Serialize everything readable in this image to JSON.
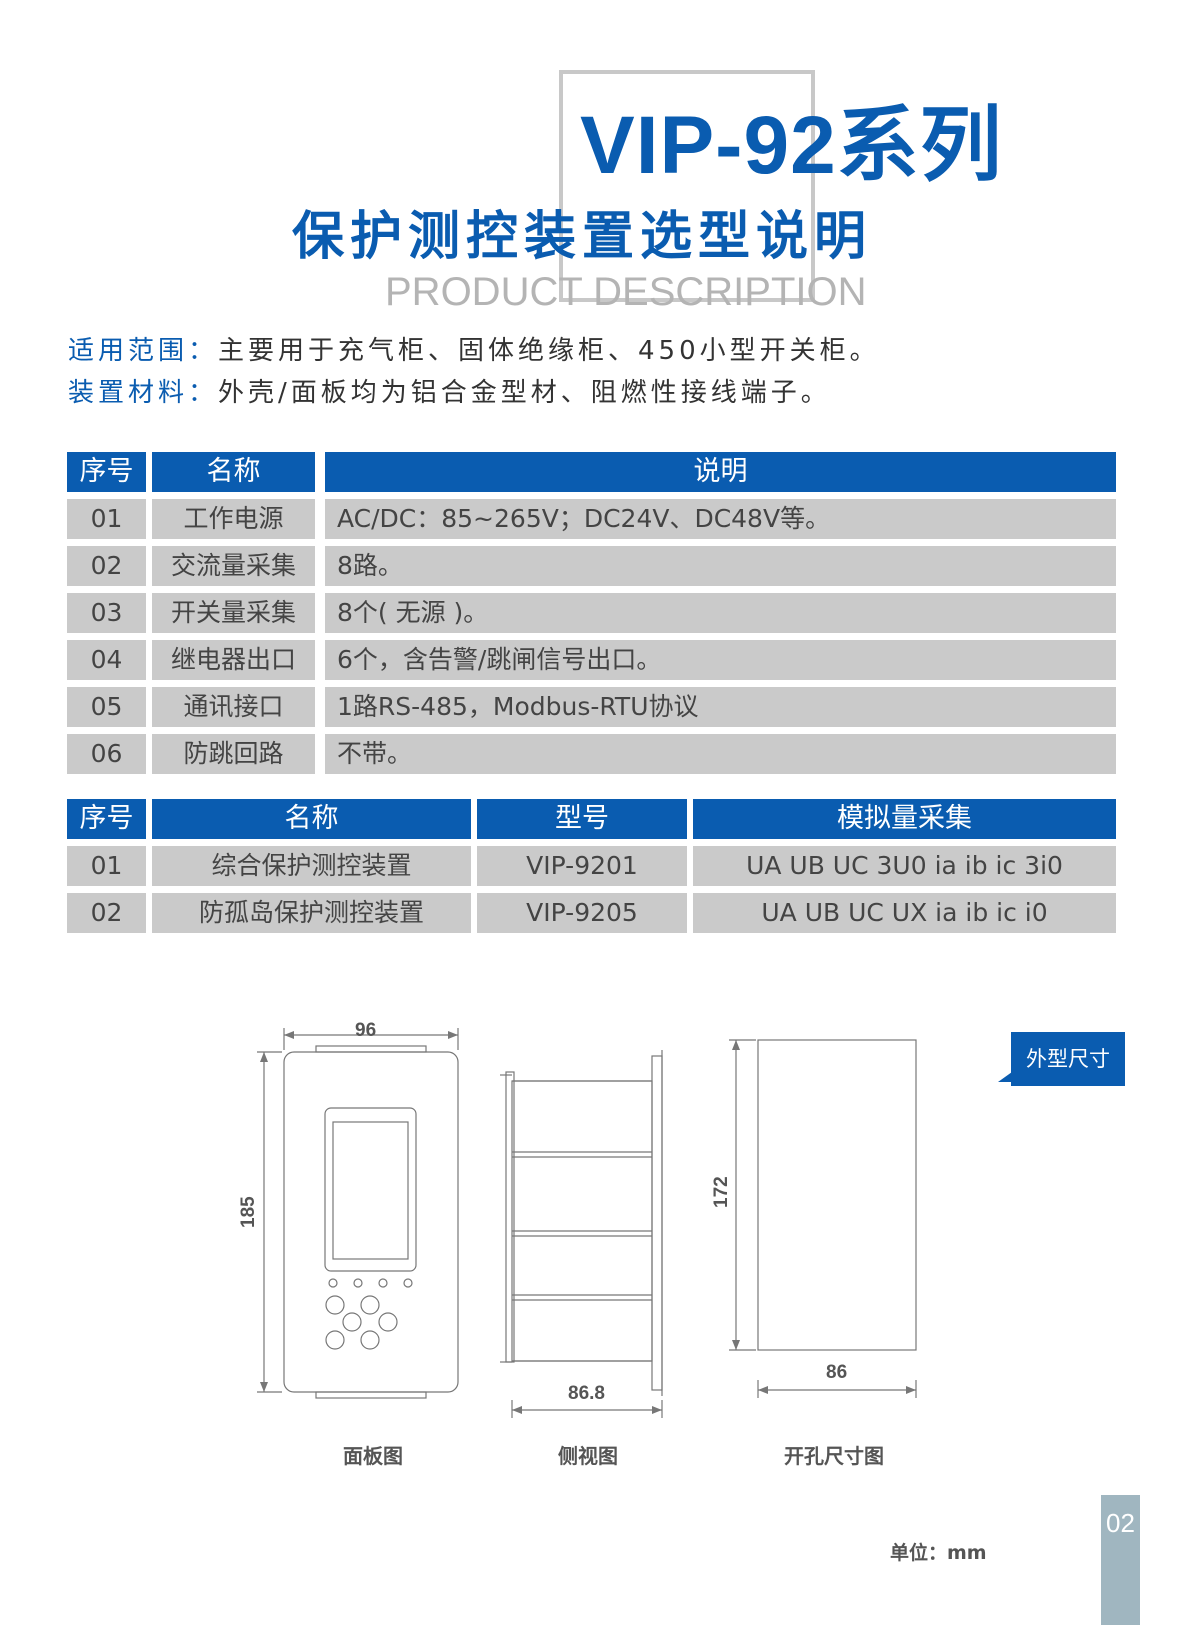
{
  "header": {
    "title_main": "VIP-92系列",
    "title_sub": "保护测控装置选型说明",
    "title_en": "PRODUCT DESCRIPTION"
  },
  "intro": [
    {
      "label": "适用范围：",
      "value": "主要用于充气柜、固体绝缘柜、450小型开关柜。"
    },
    {
      "label": "装置材料：",
      "value": "外壳/面板均为铝合金型材、阻燃性接线端子。"
    }
  ],
  "spec_table": {
    "headers": [
      "序号",
      "名称",
      "说明"
    ],
    "rows": [
      [
        "01",
        "工作电源",
        "AC/DC：85~265V；DC24V、DC48V等。"
      ],
      [
        "02",
        "交流量采集",
        "8路。"
      ],
      [
        "03",
        "开关量采集",
        "8个( 无源 )。"
      ],
      [
        "04",
        "继电器出口",
        "6个，含告警/跳闸信号出口。"
      ],
      [
        "05",
        "通讯接口",
        "1路RS-485，Modbus-RTU协议"
      ],
      [
        "06",
        "防跳回路",
        "不带。"
      ]
    ]
  },
  "model_table": {
    "headers": [
      "序号",
      "名称",
      "型号",
      "模拟量采集"
    ],
    "rows": [
      [
        "01",
        "综合保护测控装置",
        "VIP-9201",
        "UA UB UC 3U0 ia ib ic 3i0"
      ],
      [
        "02",
        "防孤岛保护测控装置",
        "VIP-9205",
        "UA UB UC UX ia ib ic i0"
      ]
    ]
  },
  "drawings": {
    "badge": "外型尺寸",
    "panel": {
      "label": "面板图",
      "width_dim": "96",
      "height_dim": "185"
    },
    "side": {
      "label": "侧视图",
      "depth_dim": "86.8"
    },
    "cutout": {
      "label": "开孔尺寸图",
      "width_dim": "86",
      "height_dim": "172"
    }
  },
  "footer": {
    "unit": "单位：mm",
    "page": "02"
  },
  "colors": {
    "brand_blue": "#0a5cb0",
    "row_gray": "#cacaca",
    "frame_gray": "#c8c8c8",
    "page_tab": "#a0b6c0"
  }
}
